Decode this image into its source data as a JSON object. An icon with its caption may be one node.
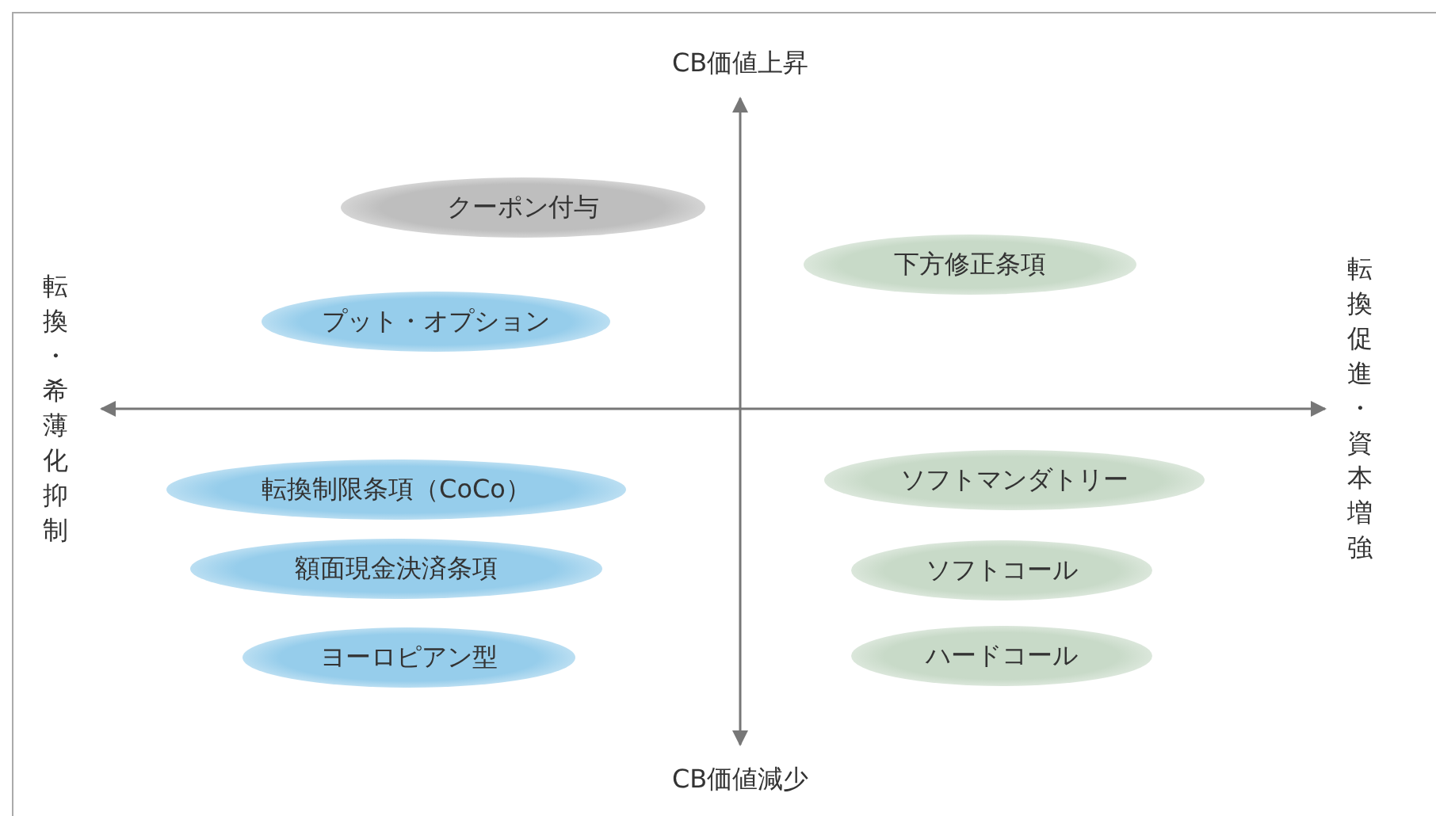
{
  "diagram": {
    "nodes": [
      {
        "text": [
          "クーポン付与"
        ]
      },
      {
        "text": [
          "下方修正条項"
        ]
      },
      {
        "text": [
          "プット・オプション"
        ]
      },
      {
        "text": [
          "転換制限条項（CoCo）"
        ]
      },
      {
        "text": [
          "額面現金決済条項"
        ]
      },
      {
        "text": [
          "ヨーロピアン型"
        ]
      },
      {
        "text": [
          "ソフトマンダトリー"
        ]
      },
      {
        "text": [
          "ソフトコール"
        ]
      },
      {
        "text": [
          "ハードコール"
        ]
      }
    ],
    "labels": [
      "CB価値上昇",
      "転換・希薄化抑制",
      "転換促進・資本増強",
      "CB価値減少"
    ]
  }
}
